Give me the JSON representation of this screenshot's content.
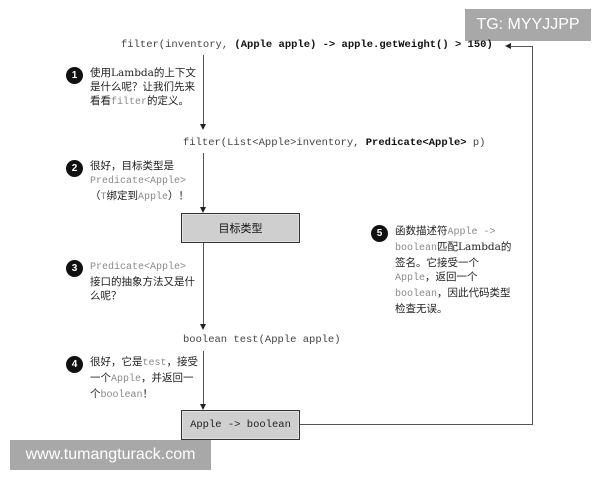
{
  "watermarks": {
    "top_right": "TG: MYYJJPP",
    "bottom_left": "www.tumangturack.com"
  },
  "code_lines": {
    "line1_prefix": "filter(inventory, ",
    "line1_lambda": "(Apple apple) -> apple.getWeight() > 150)",
    "line2_prefix": "filter(List<Apple>inventory, ",
    "line2_bold": "Predicate<Apple>",
    "line2_suffix": " p)",
    "line3": "boolean test(Apple apple)"
  },
  "boxes": {
    "target_type": "目标类型",
    "function_descriptor": "Apple -> boolean"
  },
  "notes": [
    {
      "number": "1",
      "parts": [
        {
          "t": "使用Lambda的上下文是什么呢？让我们先来看看",
          "mono": false
        },
        {
          "t": "filter",
          "mono": true
        },
        {
          "t": "的定义。",
          "mono": false
        }
      ]
    },
    {
      "number": "2",
      "parts": [
        {
          "t": "很好，目标类型是",
          "mono": false
        },
        {
          "t": "Predicate<Apple>",
          "mono": true
        },
        {
          "t": "（",
          "mono": false
        },
        {
          "t": "T",
          "mono": true
        },
        {
          "t": "绑定到",
          "mono": false
        },
        {
          "t": "Apple",
          "mono": true
        },
        {
          "t": "）！",
          "mono": false
        }
      ]
    },
    {
      "number": "3",
      "parts": [
        {
          "t": "Predicate<Apple>",
          "mono": true
        },
        {
          "t": "接口的抽象方法又是什么呢？",
          "mono": false
        }
      ]
    },
    {
      "number": "4",
      "parts": [
        {
          "t": "很好，它是",
          "mono": false
        },
        {
          "t": "test",
          "mono": true
        },
        {
          "t": "，接受一个",
          "mono": false
        },
        {
          "t": "Apple",
          "mono": true
        },
        {
          "t": "，并返回一个",
          "mono": false
        },
        {
          "t": "boolean",
          "mono": true
        },
        {
          "t": "！",
          "mono": false
        }
      ]
    },
    {
      "number": "5",
      "parts": [
        {
          "t": "函数描述符",
          "mono": false
        },
        {
          "t": "Apple -> boolean",
          "mono": true
        },
        {
          "t": "匹配Lambda的签名。它接受一个",
          "mono": false
        },
        {
          "t": "Apple",
          "mono": true
        },
        {
          "t": "，返回一个",
          "mono": false
        },
        {
          "t": "boolean",
          "mono": true
        },
        {
          "t": "，因此代码类型检查无误。",
          "mono": false
        }
      ]
    }
  ],
  "colors": {
    "box_fill": "#cfcfcf",
    "badge": "#111111",
    "mono_text": "#8a8a8a",
    "watermark_bg": "#a8a8a8"
  }
}
